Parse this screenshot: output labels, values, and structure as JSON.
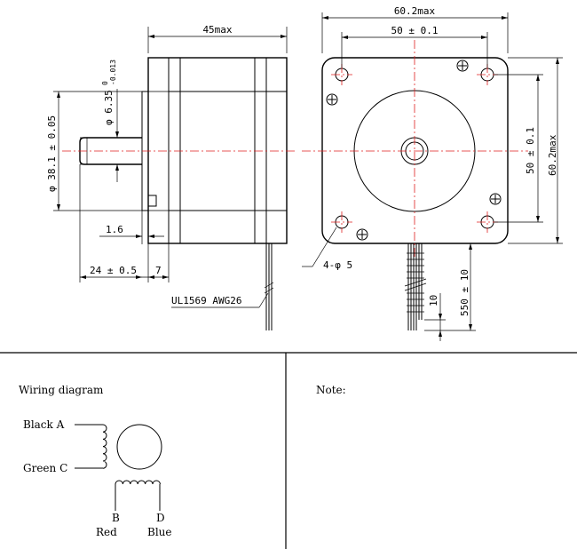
{
  "side_view": {
    "dim_body_length": "45max",
    "dim_shaft_diameter": "φ 6.35",
    "dim_shaft_tol_upper": "0",
    "dim_shaft_tol_lower": "-0.013",
    "dim_pilot_diameter": "φ 38.1 ± 0.05",
    "dim_flange_thickness": "1.6",
    "dim_shaft_length": "24 ± 0.5",
    "dim_pilot_length": "7",
    "cable_spec": "UL1569 AWG26"
  },
  "front_view": {
    "dim_overall_width": "60.2max",
    "dim_hole_spacing_h": "50 ± 0.1",
    "dim_hole_spacing_v": "50 ± 0.1",
    "dim_overall_height": "60.2max",
    "dim_mount_holes": "4-φ 5",
    "dim_lead_length": "550 ± 10",
    "dim_strip_length": "10"
  },
  "wiring": {
    "title": "Wiring diagram",
    "wire_a": "Black A",
    "wire_c": "Green C",
    "wire_b_letter": "B",
    "wire_b_color": "Red",
    "wire_d_letter": "D",
    "wire_d_color": "Blue"
  },
  "note": {
    "label": "Note:"
  }
}
